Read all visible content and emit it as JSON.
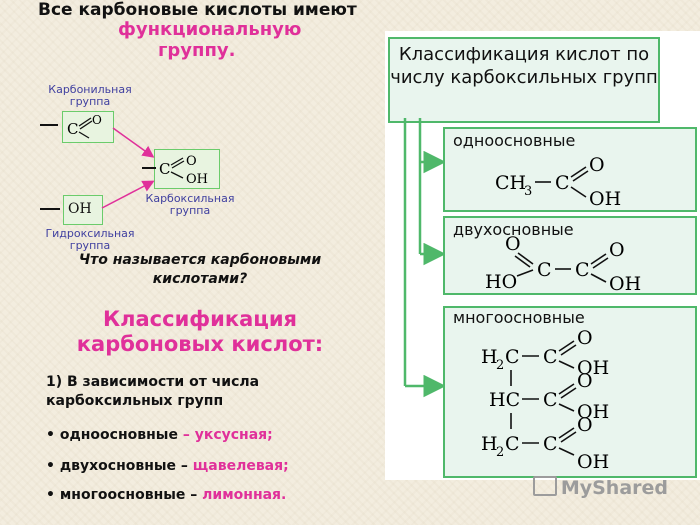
{
  "header": {
    "line1": "Все карбоновые кислоты имеют",
    "line2": "функциональную",
    "line3": "группу."
  },
  "diagram": {
    "carbonyl_label": "Карбонильная группа",
    "hydroxyl_label": "Гидроксильная группа",
    "carboxyl_label": "Карбоксильная группа",
    "carbonyl_formula": "C=O",
    "hydroxyl_formula": "OH",
    "carboxyl_formula": "C(=O)OH"
  },
  "question": "Что называется карбоновыми кислотами?",
  "classification": {
    "title": "Классификация карбоновых кислот:",
    "point1": "1) В зависимости от числа карбоксильных групп",
    "items": [
      {
        "term": "одноосновные",
        "dash": " – ",
        "example": "уксусная;"
      },
      {
        "term": "двухосновные",
        "dash": " – ",
        "example": "щавелевая;"
      },
      {
        "term": "многоосновные",
        "dash": " – ",
        "example": "лимонная."
      }
    ]
  },
  "panel": {
    "title": "Классификация кислот по числу карбоксильных групп",
    "boxes": [
      {
        "label": "одноосновные"
      },
      {
        "label": "двухосновные"
      },
      {
        "label": "многоосновные"
      }
    ]
  },
  "watermark": "MyShared",
  "colors": {
    "accent": "#e0309a",
    "green": "#4fb86a",
    "background": "#f3eddf"
  }
}
